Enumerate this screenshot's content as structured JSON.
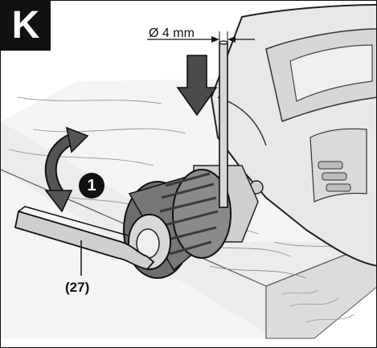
{
  "figure": {
    "badge": "K",
    "dimension_label": "Ø 4 mm",
    "part_label": "(27)",
    "step_number": "1",
    "colors": {
      "ink": "#111111",
      "background": "#ffffff",
      "wood": "#f2f2f2",
      "chuck": "#6e6e6e",
      "body": "#e9e9e9"
    }
  }
}
